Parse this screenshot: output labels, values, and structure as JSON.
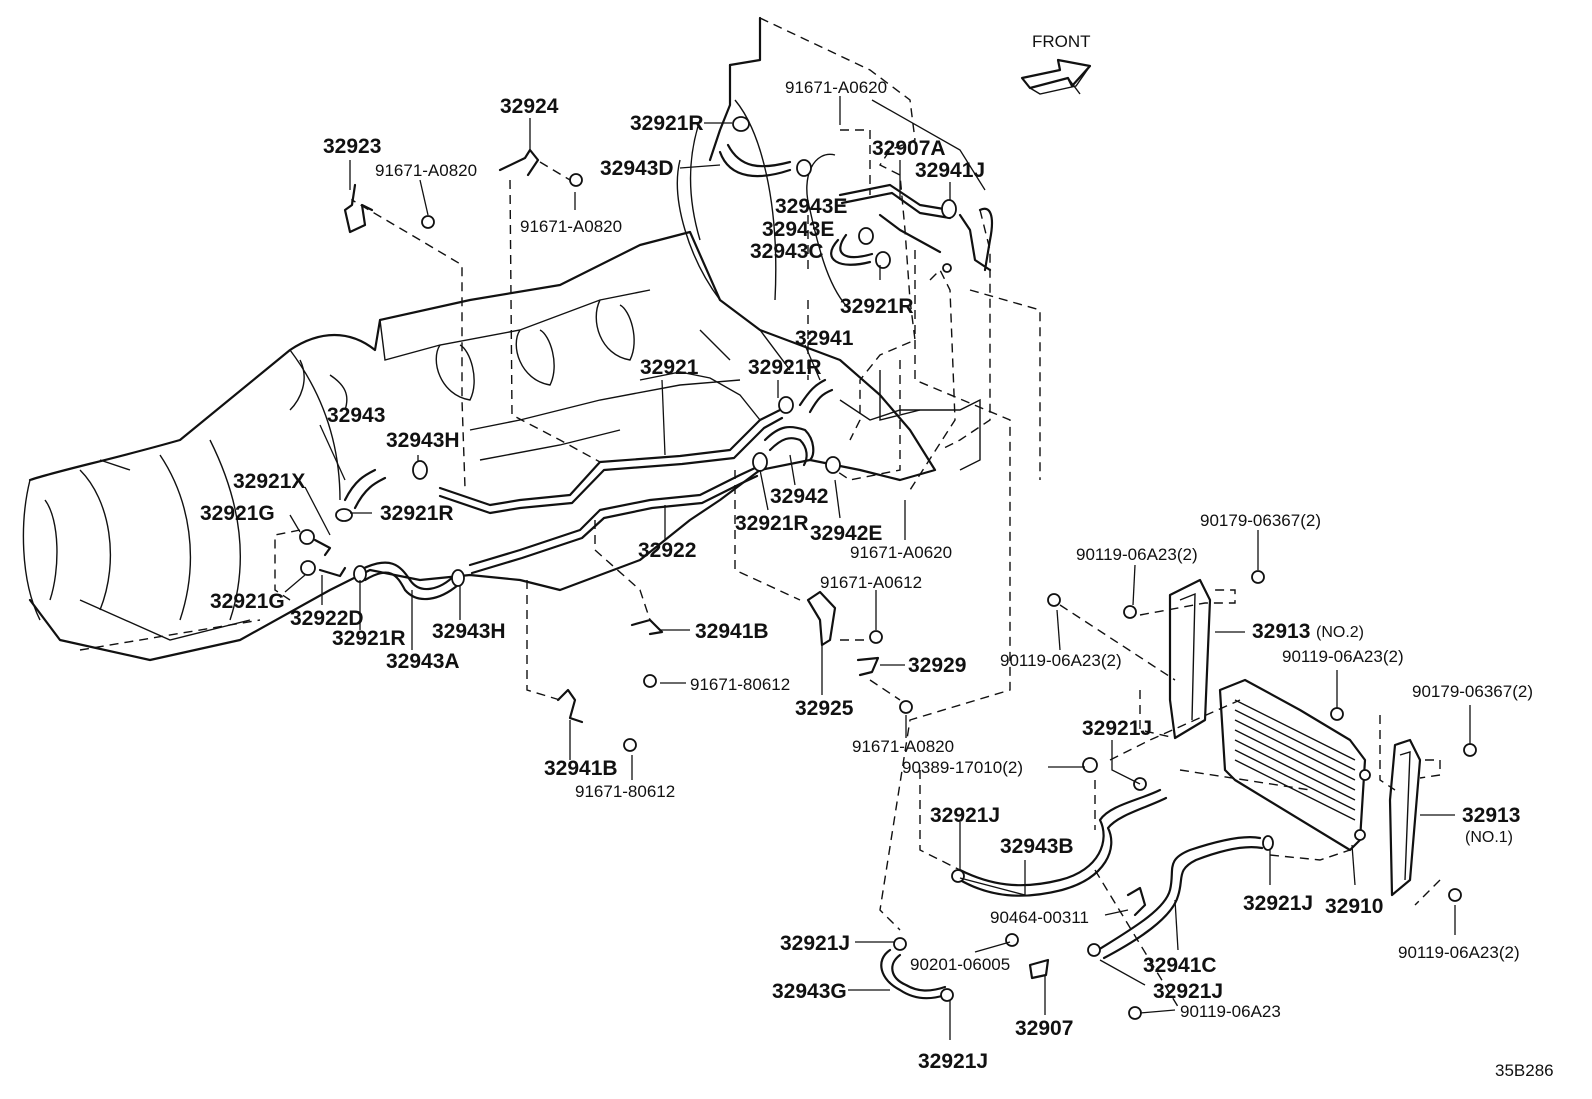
{
  "front_label": "FRONT",
  "figure_code": "35B286",
  "labels": {
    "p32923": "32923",
    "p32924": "32924",
    "p91671_A0820_a": "91671-A0820",
    "p91671_A0820_b": "91671-A0820",
    "p32921R_top": "32921R",
    "p32943D": "32943D",
    "p91671_A0620_top": "91671-A0620",
    "p32907A": "32907A",
    "p32941J": "32941J",
    "p32943E_a": "32943E",
    "p32943E_b": "32943E",
    "p32943C": "32943C",
    "p32921R_mid": "32921R",
    "p32941": "32941",
    "p32921": "32921",
    "p32921R_c": "32921R",
    "p32943": "32943",
    "p32943H_a": "32943H",
    "p32921X": "32921X",
    "p32921G_a": "32921G",
    "p32921R_d": "32921R",
    "p32942": "32942",
    "p32921R_e": "32921R",
    "p32942E": "32942E",
    "p91671_A0620_b": "91671-A0620",
    "p32922": "32922",
    "p32921G_b": "32921G",
    "p32922D": "32922D",
    "p32921R_f": "32921R",
    "p32943H_b": "32943H",
    "p32943A": "32943A",
    "p91671_A0612": "91671-A0612",
    "p32941B_a": "32941B",
    "p91671_80612_a": "91671-80612",
    "p32929": "32929",
    "p32925": "32925",
    "p91671_A0820_c": "91671-A0820",
    "p32941B_b": "32941B",
    "p91671_80612_b": "91671-80612",
    "p90179_06367_a": "90179-06367(2)",
    "p90119_06A23_a": "90119-06A23(2)",
    "p32913_no2": "32913",
    "no2": "(NO.2)",
    "p90119_06A23_b": "90119-06A23(2)",
    "p90119_06A23_c": "90119-06A23(2)",
    "p90179_06367_b": "90179-06367(2)",
    "p32921J_a": "32921J",
    "p90389": "90389-17010(2)",
    "p32921J_b": "32921J",
    "p32943B": "32943B",
    "p32913_no1": "32913",
    "no1": "(NO.1)",
    "p32921J_c": "32921J",
    "p32910": "32910",
    "p90464": "90464-00311",
    "p32921J_d": "32921J",
    "p90201": "90201-06005",
    "p32941C": "32941C",
    "p90119_06A23_d": "90119-06A23(2)",
    "p32943G": "32943G",
    "p32921J_e": "32921J",
    "p90119_06A23_e": "90119-06A23",
    "p32907": "32907",
    "p32921J_f": "32921J"
  }
}
